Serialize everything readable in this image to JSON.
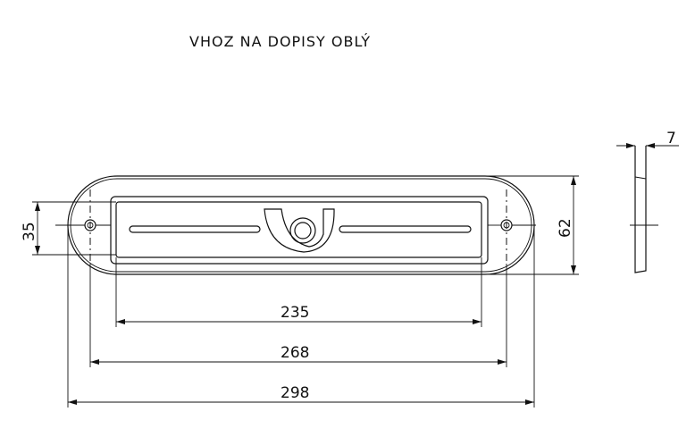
{
  "title": "VHOZ NA DOPISY OBLÝ",
  "dimensions": {
    "inner_width": "235",
    "hole_spacing": "268",
    "overall_width": "298",
    "inner_height": "35",
    "overall_height": "62",
    "thickness": "7"
  },
  "icons": [
    "post-horn-icon"
  ]
}
